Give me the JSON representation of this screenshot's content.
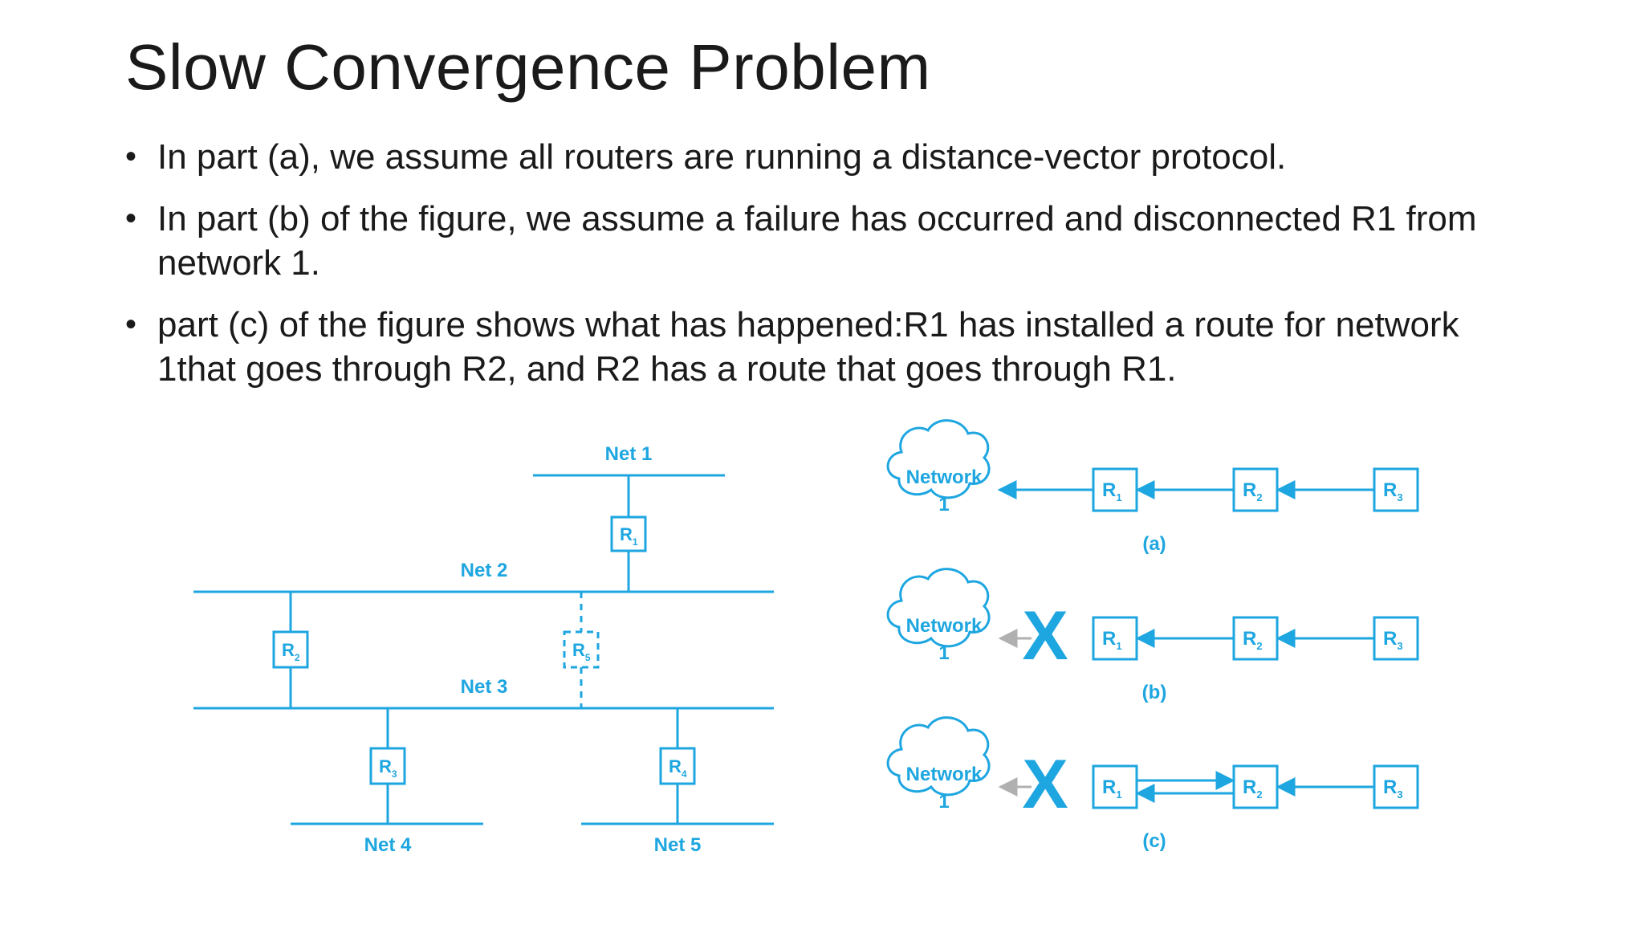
{
  "slide": {
    "title": "Slow Convergence Problem",
    "bullets": [
      "In part (a), we assume all routers are running a distance-vector protocol.",
      "In part (b) of the figure, we assume a failure has occurred and disconnected R1 from network 1.",
      "part (c) of the figure shows what has happened:R1 has installed a route for network 1that goes through R2, and R2 has a route that goes through R1."
    ],
    "bullet_symbol": "•"
  },
  "topology": {
    "nets": {
      "net1": "Net 1",
      "net2": "Net 2",
      "net3": "Net 3",
      "net4": "Net 4",
      "net5": "Net 5"
    },
    "routers": [
      {
        "name": "R",
        "sub": "1"
      },
      {
        "name": "R",
        "sub": "2"
      },
      {
        "name": "R",
        "sub": "5"
      },
      {
        "name": "R",
        "sub": "3"
      },
      {
        "name": "R",
        "sub": "4"
      }
    ]
  },
  "convergence": {
    "network_label_line1": "Network",
    "network_label_line2": "1",
    "routers": [
      {
        "name": "R",
        "sub": "1"
      },
      {
        "name": "R",
        "sub": "2"
      },
      {
        "name": "R",
        "sub": "3"
      }
    ],
    "rows": [
      {
        "label": "(a)",
        "failed": false
      },
      {
        "label": "(b)",
        "failed": true
      },
      {
        "label": "(c)",
        "failed": true
      }
    ],
    "failure_mark": "X"
  },
  "colors": {
    "diagram": "#1ea6e0",
    "text": "#1a1a1a",
    "broken_arrow": "#b0b0b0"
  }
}
